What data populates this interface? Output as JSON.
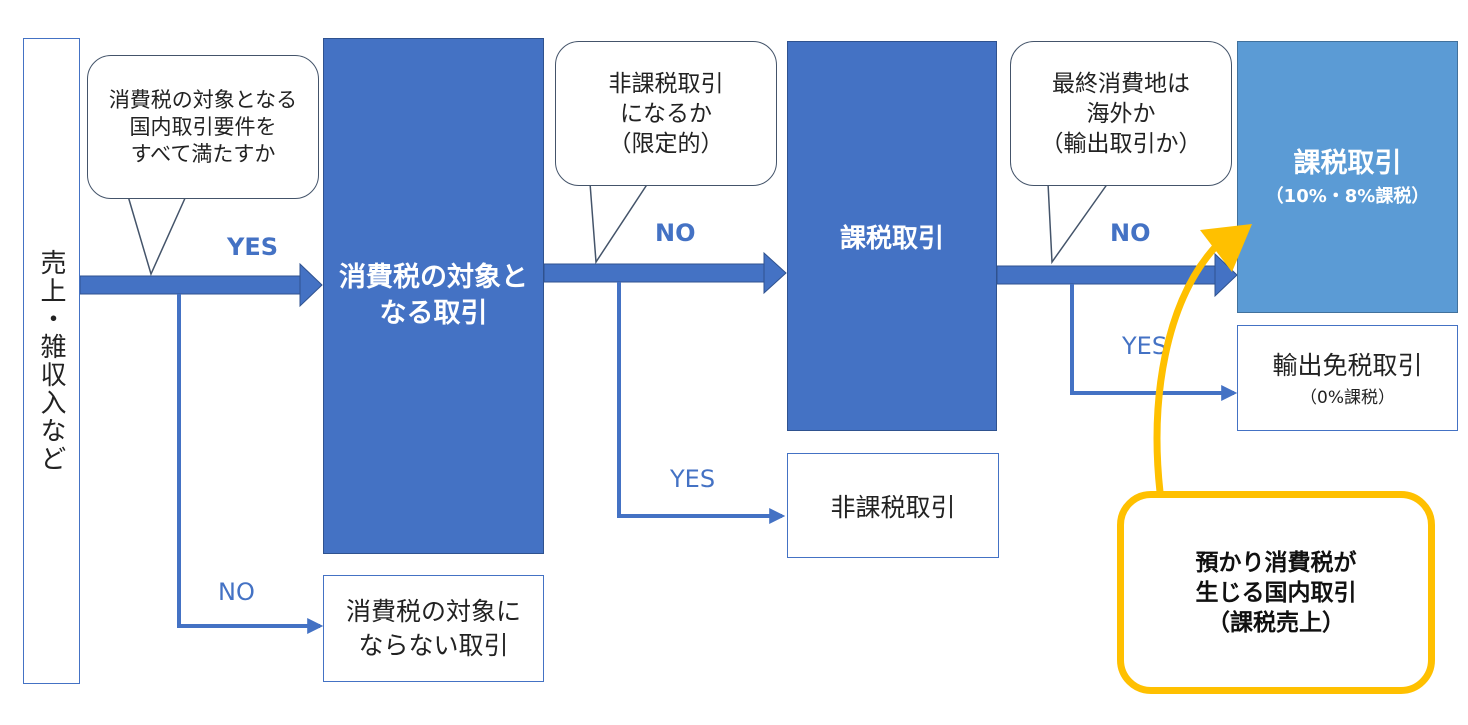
{
  "start_box": {
    "label": "売上・雑収入など"
  },
  "callout_1": {
    "lines": [
      "消費税の対象となる",
      "国内取引要件を",
      "すべて満たすか"
    ]
  },
  "callout_2": {
    "lines": [
      "非課税取引",
      "になるか",
      "（限定的）"
    ]
  },
  "callout_3": {
    "lines": [
      "最終消費地は",
      "海外か",
      "（輸出取引か）"
    ]
  },
  "labels": {
    "yes_1": "YES",
    "no_1": "NO",
    "no_2": "NO",
    "yes_2": "YES",
    "no_3": "NO",
    "yes_3": "YES"
  },
  "box_taxable_scope": {
    "lines": [
      "消費税の対象と",
      "なる取引"
    ]
  },
  "box_non_taxable_scope": {
    "lines": [
      "消費税の対象に",
      "ならない取引"
    ]
  },
  "box_taxable_1": {
    "label": "課税取引"
  },
  "box_non_taxable": {
    "label": "非課税取引"
  },
  "box_taxable_final": {
    "title": "課税取引",
    "sub": "（10%・8%課税）"
  },
  "box_export": {
    "title": "輸出免税取引",
    "sub": "（0%課税）"
  },
  "note": {
    "lines": [
      "預かり消費税が",
      "生じる国内取引",
      "（課税売上）"
    ]
  },
  "colors": {
    "primary": "#4472c4",
    "secondary": "#5b9bd5",
    "accent": "#ffc000"
  }
}
